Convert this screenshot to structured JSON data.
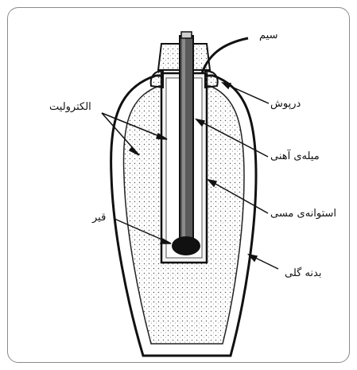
{
  "labels": {
    "wire": "سیم",
    "lid": "درپوش",
    "electrolyte": "الکترولیت",
    "iron_rod": "میله‌ی آهنی",
    "copper_cylinder": "استوانه‌ی مسی",
    "bitumen": "قیر",
    "clay_body": "بدنه گلی"
  }
}
